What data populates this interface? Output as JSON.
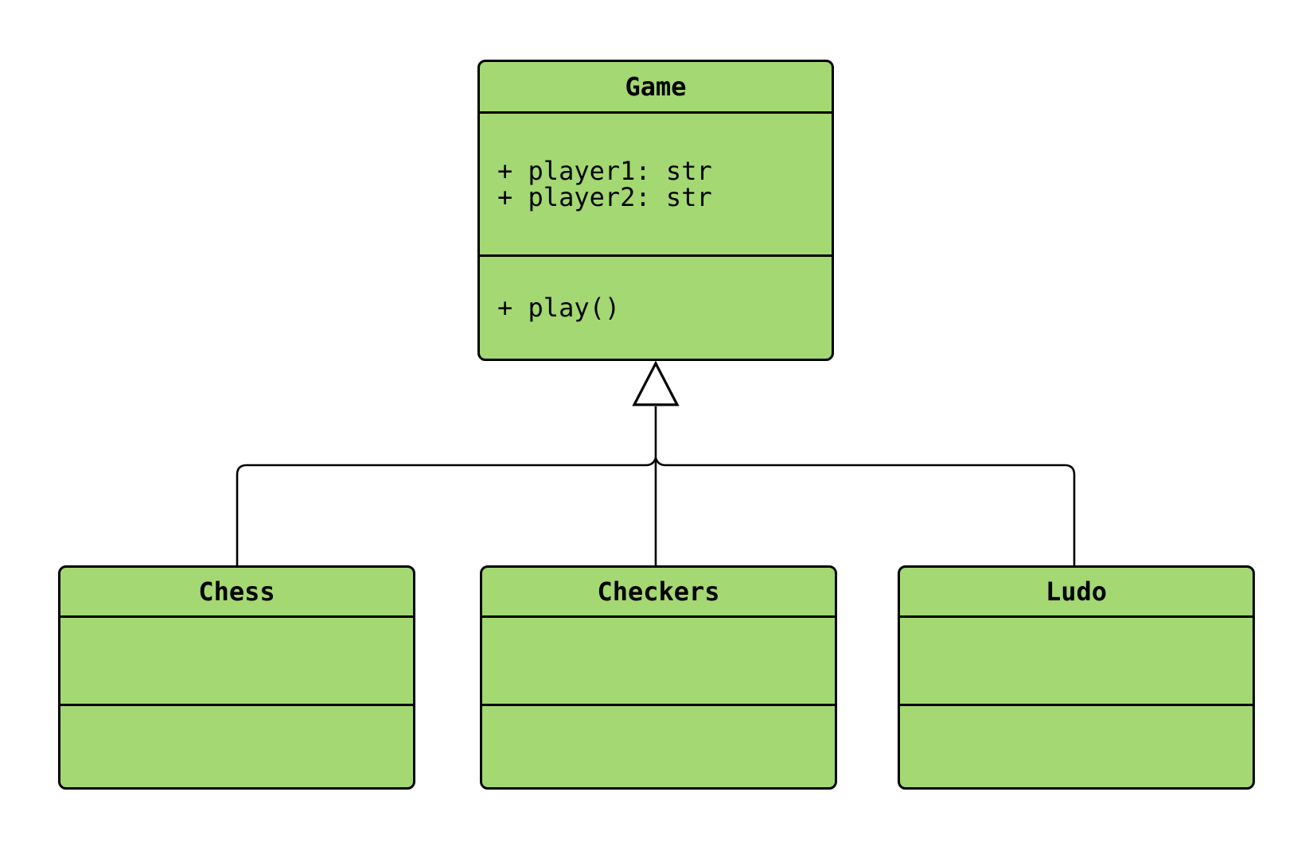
{
  "diagram": {
    "kind": "uml-class-diagram",
    "classes": [
      {
        "id": "game",
        "name": "Game",
        "attributes": [
          "+ player1: str",
          "+ player2: str"
        ],
        "methods": [
          "+ play()"
        ]
      },
      {
        "id": "chess",
        "name": "Chess",
        "attributes": [],
        "methods": []
      },
      {
        "id": "checkers",
        "name": "Checkers",
        "attributes": [],
        "methods": []
      },
      {
        "id": "ludo",
        "name": "Ludo",
        "attributes": [],
        "methods": []
      }
    ],
    "relationships": [
      {
        "from": "Chess",
        "to": "Game",
        "type": "inheritance"
      },
      {
        "from": "Checkers",
        "to": "Game",
        "type": "inheritance"
      },
      {
        "from": "Ludo",
        "to": "Game",
        "type": "inheritance"
      }
    ],
    "colors": {
      "class_fill": "#a3d873",
      "stroke": "#000000",
      "background": "#ffffff",
      "arrowhead_fill": "#ffffff"
    }
  }
}
